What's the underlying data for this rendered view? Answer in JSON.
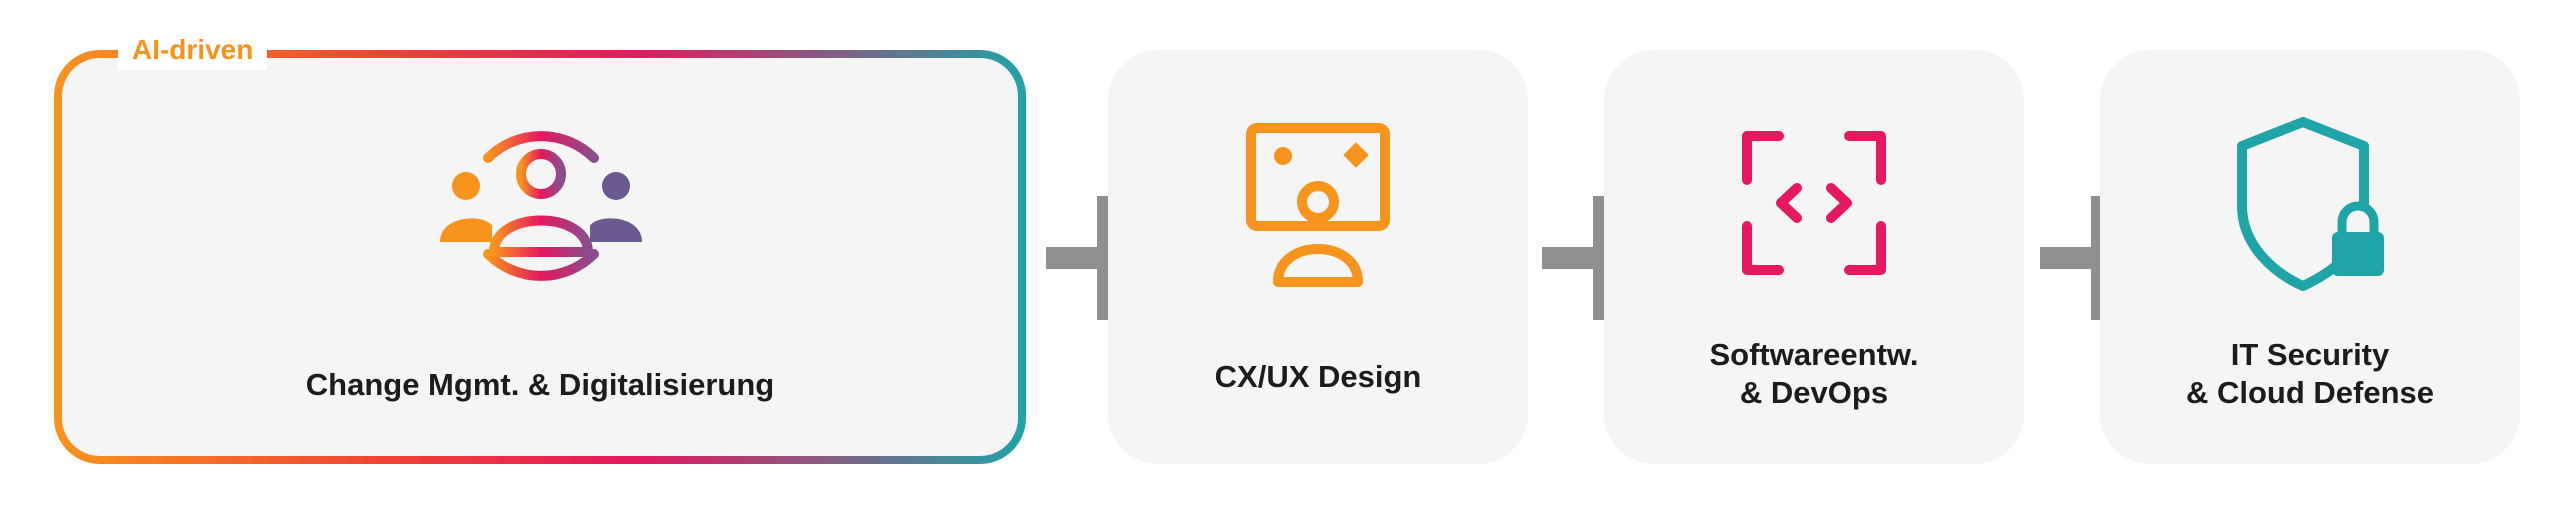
{
  "badge": "AI-driven",
  "cards": [
    {
      "id": "change",
      "label": "Change Mgmt. & Digitalisierung",
      "icon": "people-group-icon"
    },
    {
      "id": "cx",
      "label": "CX/UX Design",
      "icon": "presenter-screen-icon"
    },
    {
      "id": "software",
      "label_lines": [
        "Softwareentw.",
        "& DevOps"
      ],
      "icon": "code-brackets-icon"
    },
    {
      "id": "security",
      "label_lines": [
        "IT Security",
        "& Cloud Defense"
      ],
      "icon": "shield-lock-icon"
    }
  ],
  "colors": {
    "orange": "#f7941d",
    "red": "#ef4136",
    "magenta": "#e6185f",
    "teal": "#1fa4a8",
    "card_bg": "#f5f5f5",
    "plus": "#8f8f8f",
    "text": "#1c1c1c"
  }
}
